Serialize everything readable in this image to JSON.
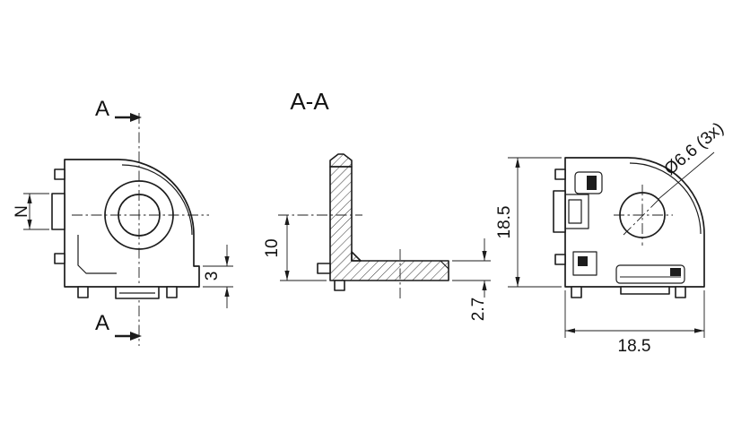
{
  "drawing": {
    "section_title": "A-A",
    "cut_label_top": "A",
    "cut_label_bottom": "A",
    "dims": {
      "n": "N",
      "foot_height": "3",
      "leg_length": "10",
      "wall_thickness": "2.7",
      "overall_height": "18.5",
      "overall_width": "18.5",
      "hole_callout": "Ø6.6 (3x)"
    }
  }
}
